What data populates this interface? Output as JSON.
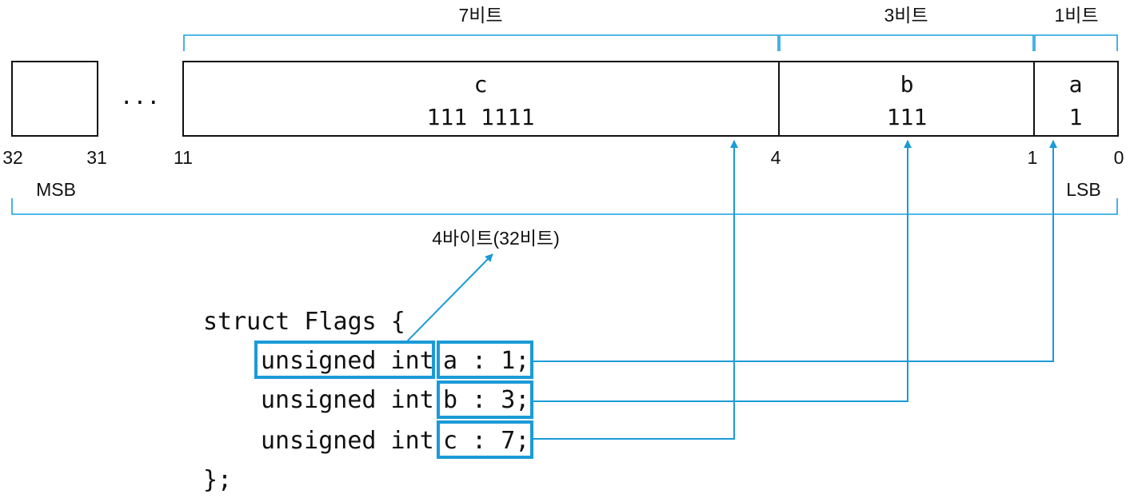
{
  "top_labels": {
    "c_bits": "7비트",
    "b_bits": "3비트",
    "a_bits": "1비트"
  },
  "ellipsis": "...",
  "fields": {
    "c": {
      "name": "c",
      "value": "111 1111"
    },
    "b": {
      "name": "b",
      "value": "111"
    },
    "a": {
      "name": "a",
      "value": "1"
    }
  },
  "bit_positions": {
    "p32": "32",
    "p31": "31",
    "p11": "11",
    "p4": "4",
    "p1": "1",
    "p0": "0"
  },
  "msb": "MSB",
  "lsb": "LSB",
  "total_label": "4바이트(32비트)",
  "code": {
    "open": "struct Flags {",
    "type_label": "unsigned int",
    "decl_a": "a : 1;",
    "decl_b": "b : 3;",
    "decl_c": "c : 7;",
    "close": "};"
  },
  "colors": {
    "accent": "#1a9bd7",
    "brace": "#1aa0de",
    "ink": "#111111"
  }
}
